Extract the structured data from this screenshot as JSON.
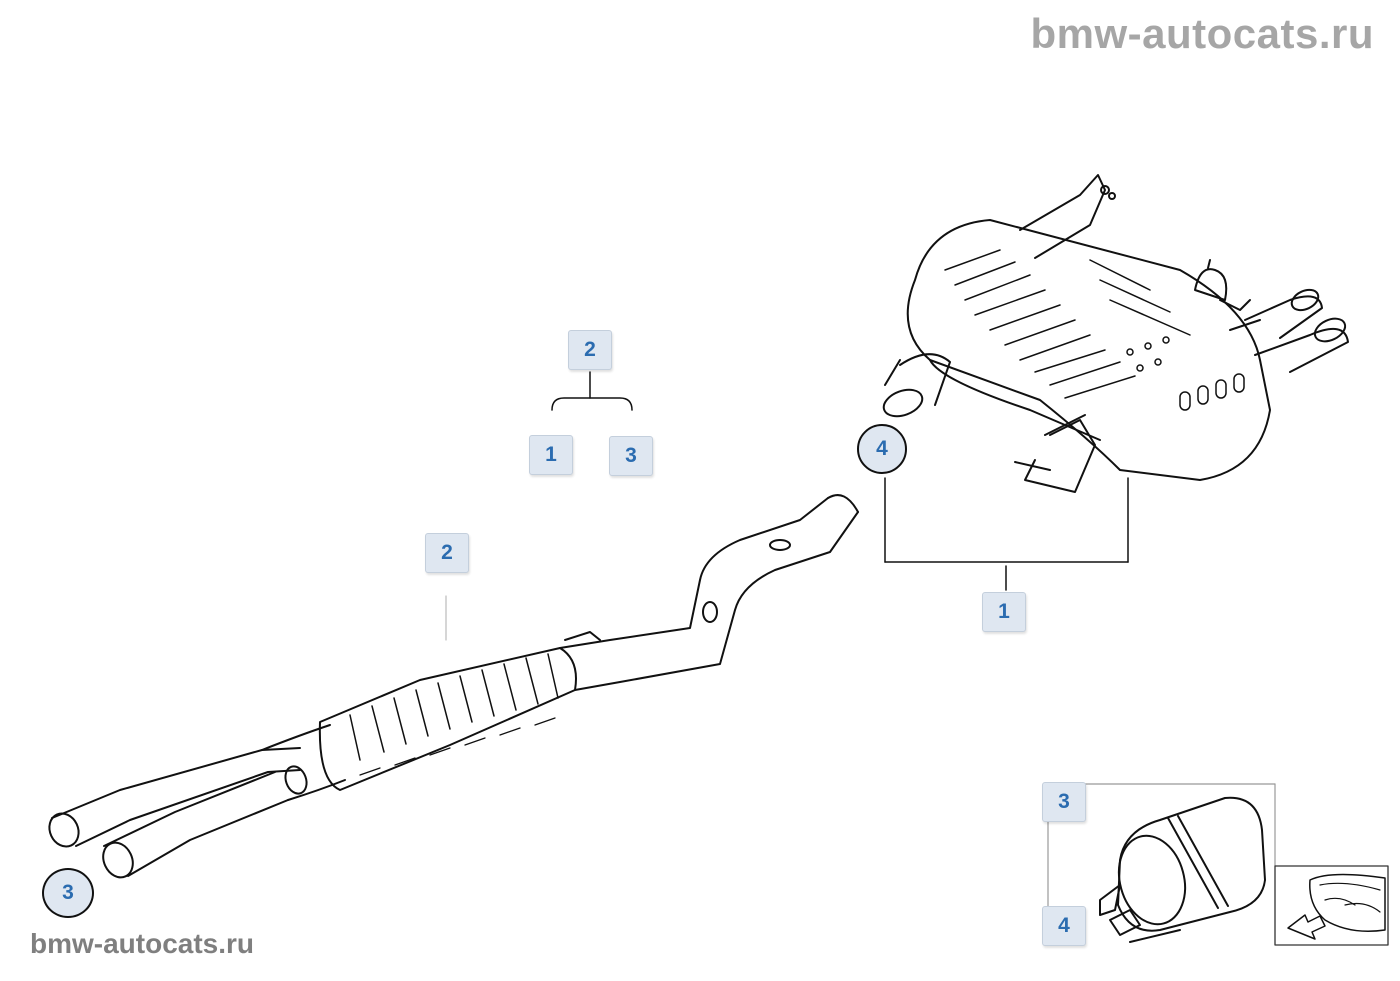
{
  "watermark": {
    "top": "bmw-autocats.ru",
    "bottom": "bmw-autocats.ru"
  },
  "callouts": {
    "group_top_parent": "2",
    "group_top_left": "1",
    "group_top_right": "3",
    "front_pipe": "2",
    "rear_muffler_ref": "4",
    "rear_muffler_main": "1",
    "front_pipe_end": "3",
    "inset_top": "3",
    "inset_bottom": "4"
  },
  "colors": {
    "callout_fill": "#dfe7f1",
    "callout_text": "#2b6cb0",
    "line_art": "#111111"
  },
  "icons": {
    "front_pipe": "center-muffler-pipe",
    "rear_muffler": "rear-silencer",
    "inset": "tailpipe-trim-detail",
    "locator": "car-rear-locator"
  }
}
